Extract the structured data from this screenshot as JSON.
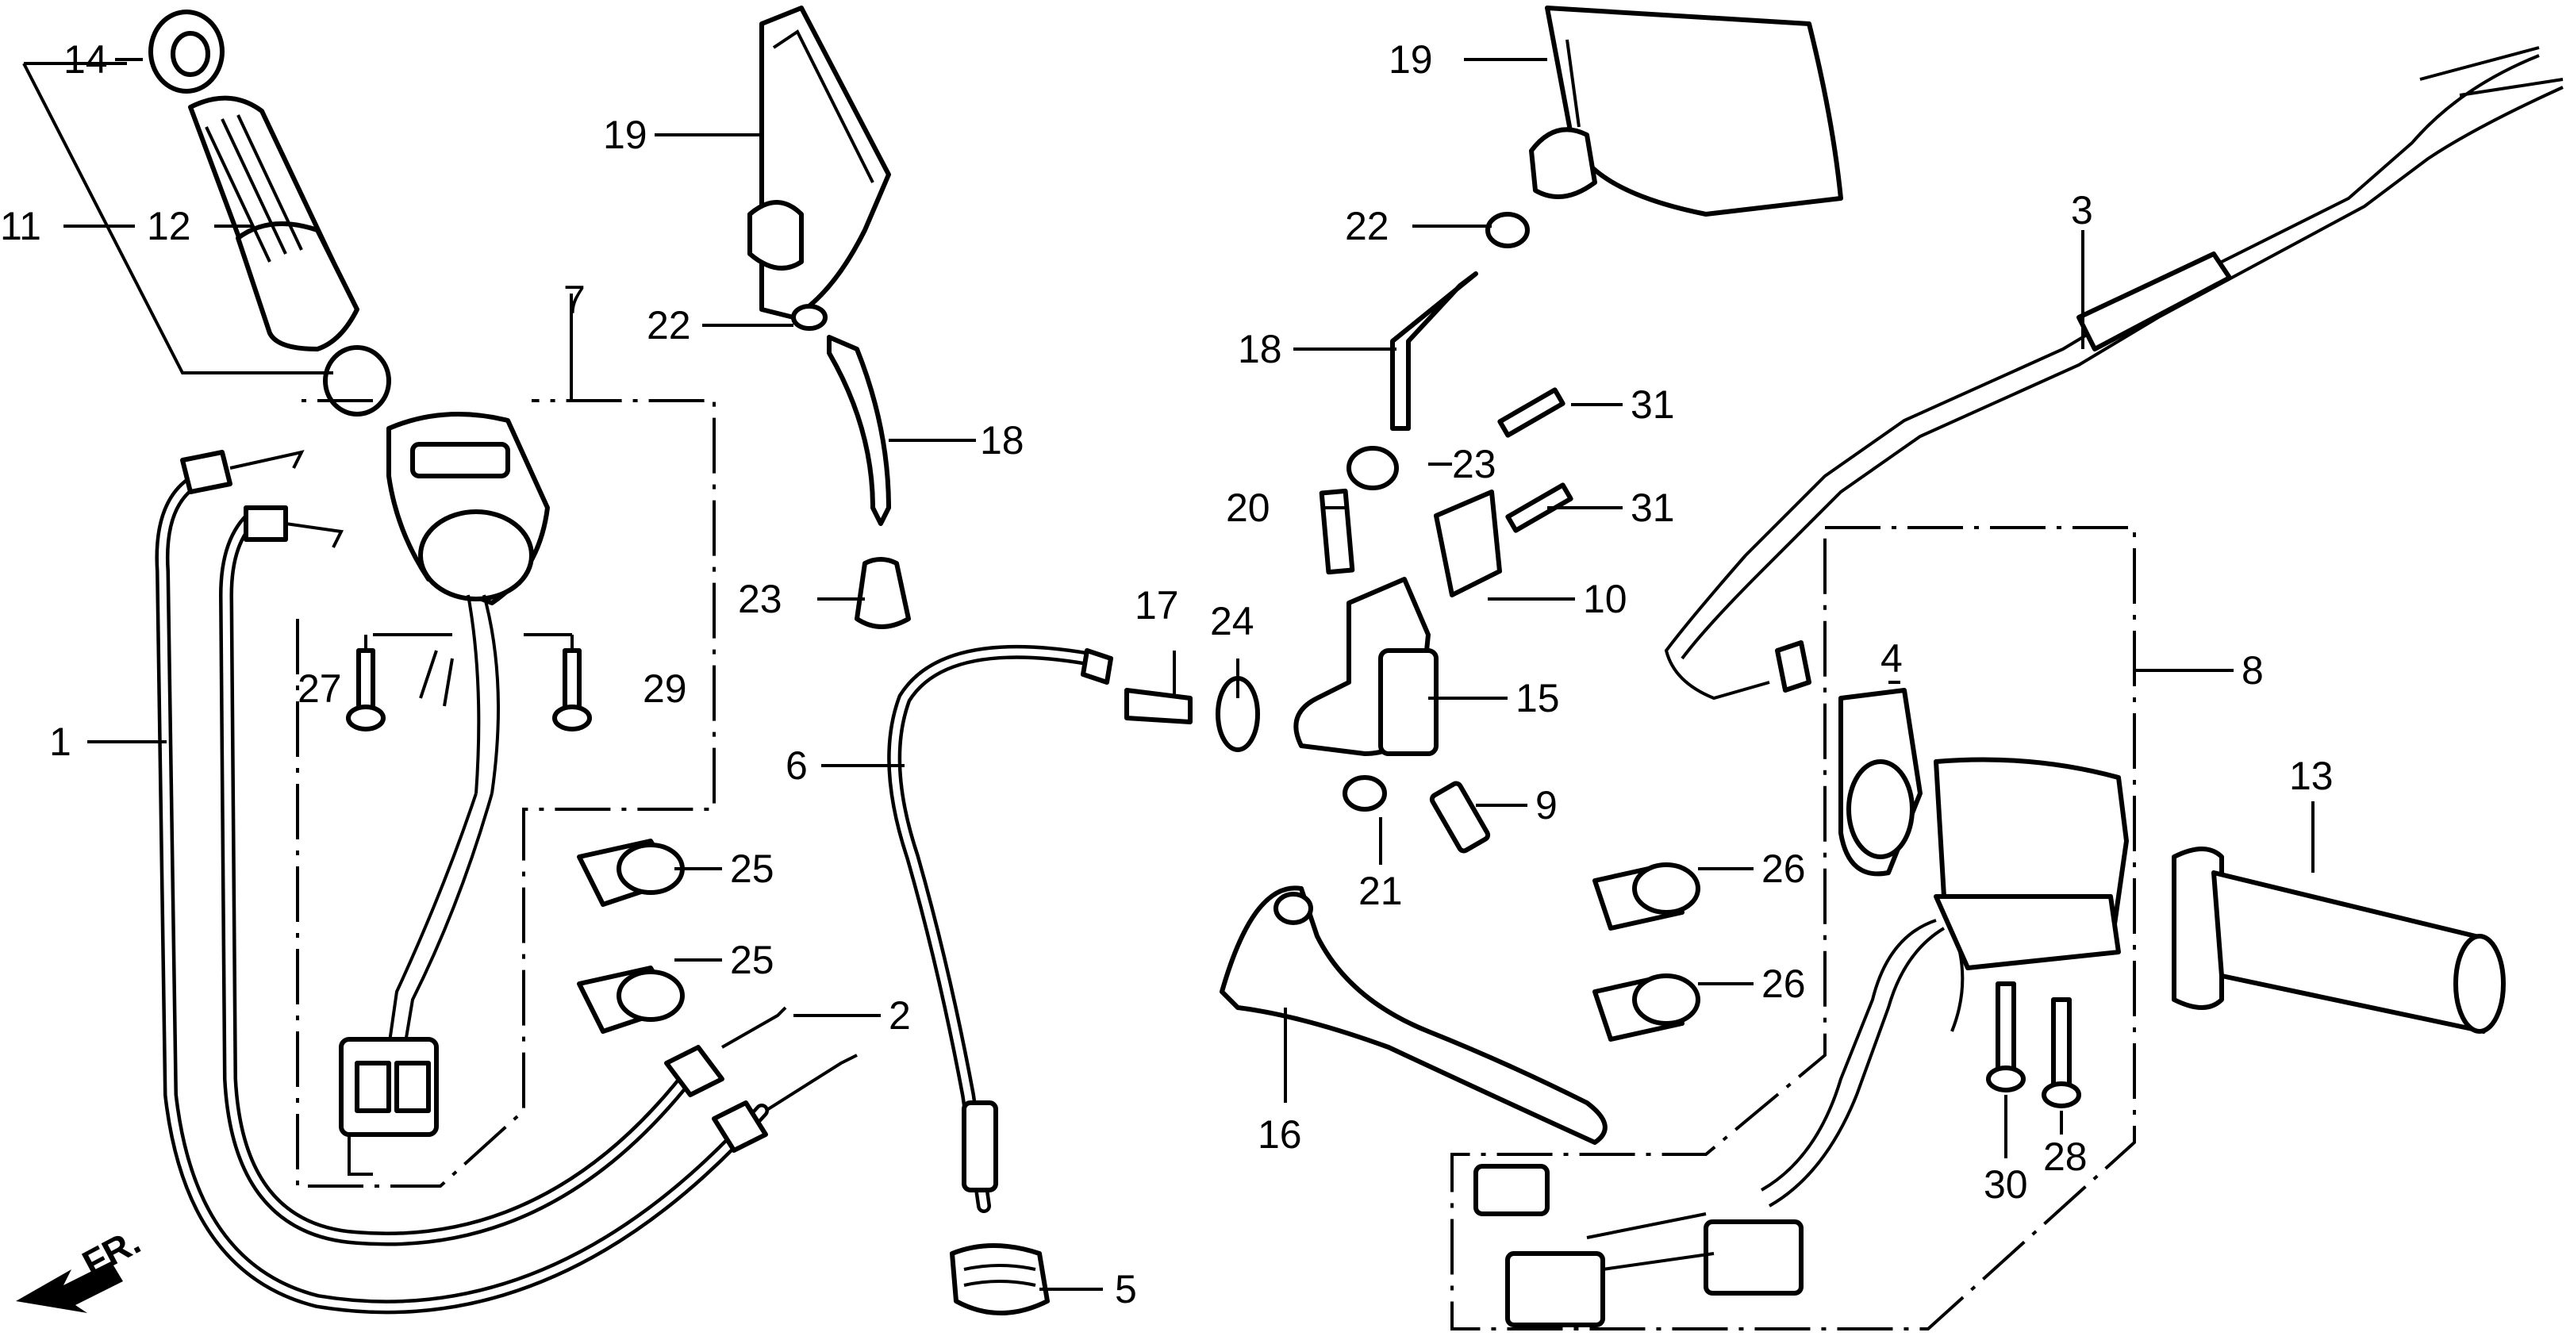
{
  "diagram": {
    "fr_label": "FR.",
    "labels": [
      {
        "id": "l14",
        "text": "14"
      },
      {
        "id": "l11",
        "text": "11"
      },
      {
        "id": "l12",
        "text": "12"
      },
      {
        "id": "l7",
        "text": "7"
      },
      {
        "id": "l19a",
        "text": "19"
      },
      {
        "id": "l22a",
        "text": "22"
      },
      {
        "id": "l18a",
        "text": "18"
      },
      {
        "id": "l23a",
        "text": "23"
      },
      {
        "id": "l1",
        "text": "1"
      },
      {
        "id": "l27",
        "text": "27"
      },
      {
        "id": "l29",
        "text": "29"
      },
      {
        "id": "l6",
        "text": "6"
      },
      {
        "id": "l25a",
        "text": "25"
      },
      {
        "id": "l25b",
        "text": "25"
      },
      {
        "id": "l2",
        "text": "2"
      },
      {
        "id": "l5",
        "text": "5"
      },
      {
        "id": "l19b",
        "text": "19"
      },
      {
        "id": "l22b",
        "text": "22"
      },
      {
        "id": "l18b",
        "text": "18"
      },
      {
        "id": "l31a",
        "text": "31"
      },
      {
        "id": "l23b",
        "text": "23"
      },
      {
        "id": "l20",
        "text": "20"
      },
      {
        "id": "l31b",
        "text": "31"
      },
      {
        "id": "l10",
        "text": "10"
      },
      {
        "id": "l17",
        "text": "17"
      },
      {
        "id": "l24",
        "text": "24"
      },
      {
        "id": "l15",
        "text": "15"
      },
      {
        "id": "l9",
        "text": "9"
      },
      {
        "id": "l21",
        "text": "21"
      },
      {
        "id": "l16",
        "text": "16"
      },
      {
        "id": "l3",
        "text": "3"
      },
      {
        "id": "l4",
        "text": "4"
      },
      {
        "id": "l8",
        "text": "8"
      },
      {
        "id": "l13",
        "text": "13"
      },
      {
        "id": "l26a",
        "text": "26"
      },
      {
        "id": "l26b",
        "text": "26"
      },
      {
        "id": "l30",
        "text": "30"
      },
      {
        "id": "l28",
        "text": "28"
      }
    ]
  }
}
